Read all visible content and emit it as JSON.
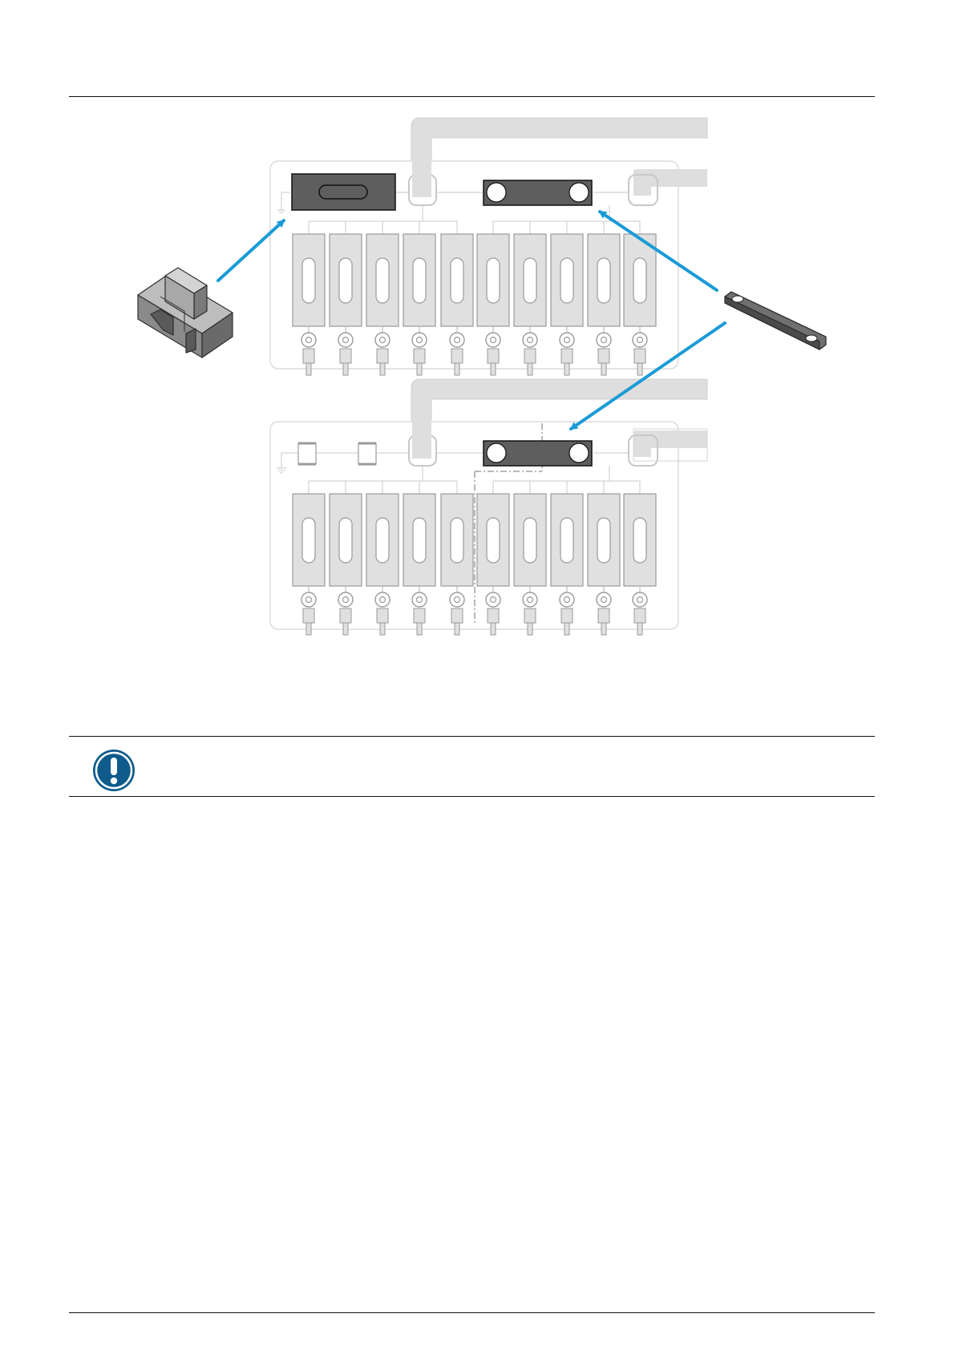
{
  "document": {
    "colors": {
      "rule": "#111111",
      "panel_outline": "#dcdcdc",
      "component_gray": "#dedede",
      "terminal_dark": "#5e5e5e",
      "arrow_blue": "#1a9bd6",
      "notice_blue": "#0e5b8c"
    },
    "figure": {
      "description_icons": [
        "jumper-part",
        "bridge-bar-part"
      ],
      "fuse_count_per_row": 10
    },
    "notice": {
      "icon": "exclamation-icon",
      "text": ""
    }
  }
}
